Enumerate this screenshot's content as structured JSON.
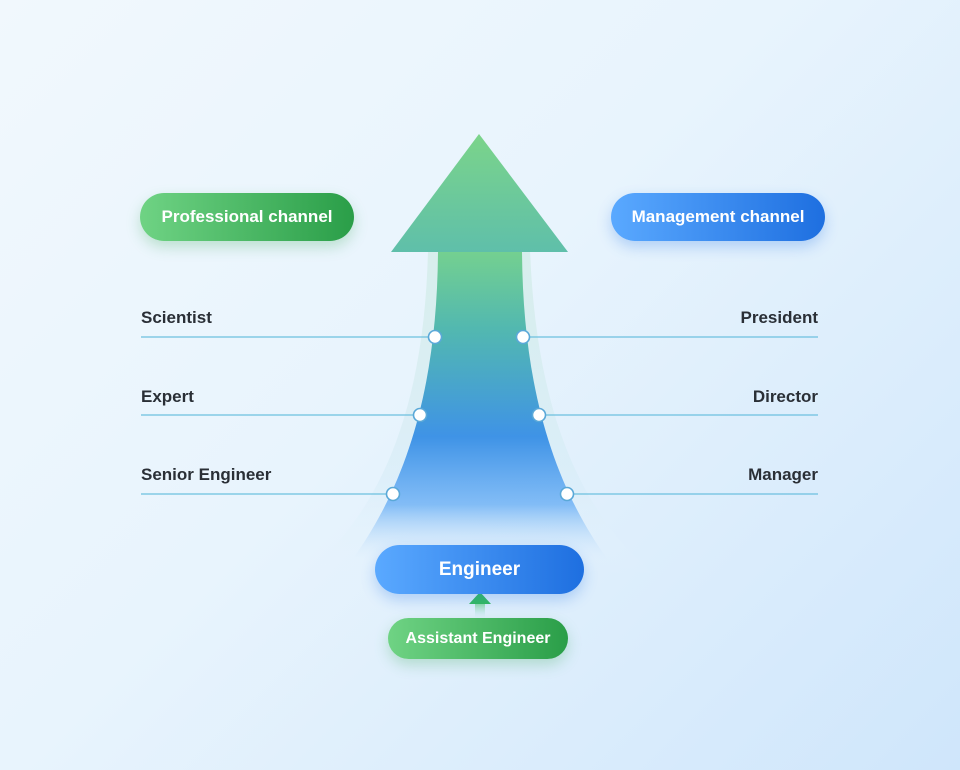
{
  "channels": {
    "professional": {
      "label": "Professional channel",
      "color": "#3aa956"
    },
    "management": {
      "label": "Management channel",
      "color": "#2f7fe8"
    }
  },
  "professional_levels": [
    "Scientist",
    "Expert",
    "Senior Engineer"
  ],
  "management_levels": [
    "President",
    "Director",
    "Manager"
  ],
  "base": {
    "engineer": "Engineer",
    "assistant_engineer": "Assistant Engineer"
  },
  "colors": {
    "line": "#6cc0de",
    "arrow_top": "#7bd48a",
    "arrow_bottom": "#3f8cf0"
  }
}
